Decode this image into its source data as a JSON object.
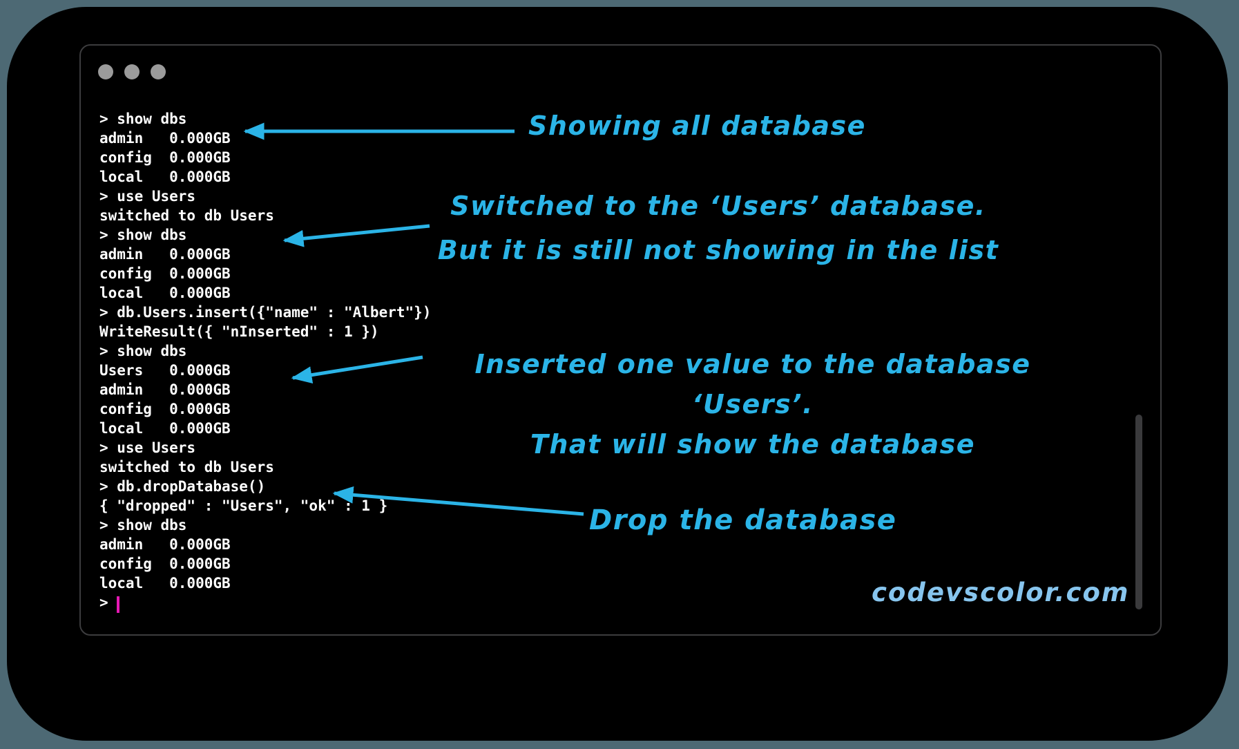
{
  "window": {
    "controls": [
      {
        "label": "close"
      },
      {
        "label": "minimize"
      },
      {
        "label": "zoom"
      }
    ]
  },
  "terminal": {
    "lines": [
      "> show dbs",
      "admin   0.000GB",
      "config  0.000GB",
      "local   0.000GB",
      "> use Users",
      "switched to db Users",
      "> show dbs",
      "admin   0.000GB",
      "config  0.000GB",
      "local   0.000GB",
      "> db.Users.insert({\"name\" : \"Albert\"})",
      "WriteResult({ \"nInserted\" : 1 })",
      "> show dbs",
      "Users   0.000GB",
      "admin   0.000GB",
      "config  0.000GB",
      "local   0.000GB",
      "> use Users",
      "switched to db Users",
      "> db.dropDatabase()",
      "{ \"dropped\" : \"Users\", \"ok\" : 1 }",
      "> show dbs",
      "admin   0.000GB",
      "config  0.000GB",
      "local   0.000GB"
    ],
    "prompt_line": "> "
  },
  "annotations": [
    {
      "lines": [
        "Showing all database"
      ]
    },
    {
      "lines": [
        "Switched to the ‘Users’ database.",
        "But it is still not showing in the list"
      ]
    },
    {
      "lines": [
        "Inserted one value to the database ‘Users’.",
        "That will show the database"
      ]
    },
    {
      "lines": [
        "Drop the database"
      ]
    }
  ],
  "watermark": "codevscolor.com",
  "colors": {
    "annotation_cyan": "#2bb4e7",
    "watermark_blue": "#87c5ee",
    "cursor_magenta": "#e619b4",
    "terminal_text": "#ffffff",
    "background_slate": "#4d6974",
    "traffic_light_gray": "#9b9b9b"
  }
}
